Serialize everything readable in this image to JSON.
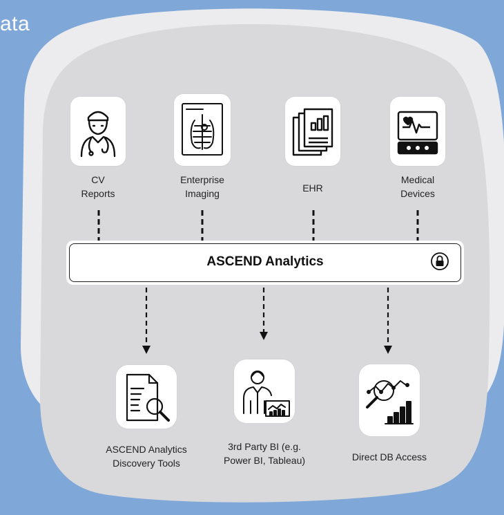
{
  "header": {
    "title_fragment": "ata"
  },
  "sources": [
    {
      "label": "CV\nReports",
      "icon": "doctor-icon"
    },
    {
      "label": "Enterprise\nImaging",
      "icon": "xray-icon"
    },
    {
      "label": "EHR",
      "icon": "ehr-document-icon"
    },
    {
      "label": "Medical\nDevices",
      "icon": "heart-monitor-icon"
    }
  ],
  "hub": {
    "label": "ASCEND Analytics",
    "icon": "lock-icon"
  },
  "outputs": [
    {
      "label": "ASCEND Analytics\nDiscovery Tools",
      "icon": "document-search-icon"
    },
    {
      "label": "3rd Party BI (e.g.\nPower BI, Tableau)",
      "icon": "presenter-chart-icon"
    },
    {
      "label": "Direct DB Access",
      "icon": "analytics-chart-icon"
    }
  ],
  "colors": {
    "background": "#7fa8d9",
    "panel": "#d9d9dc",
    "back_panel": "#ececef",
    "ink": "#111111"
  }
}
